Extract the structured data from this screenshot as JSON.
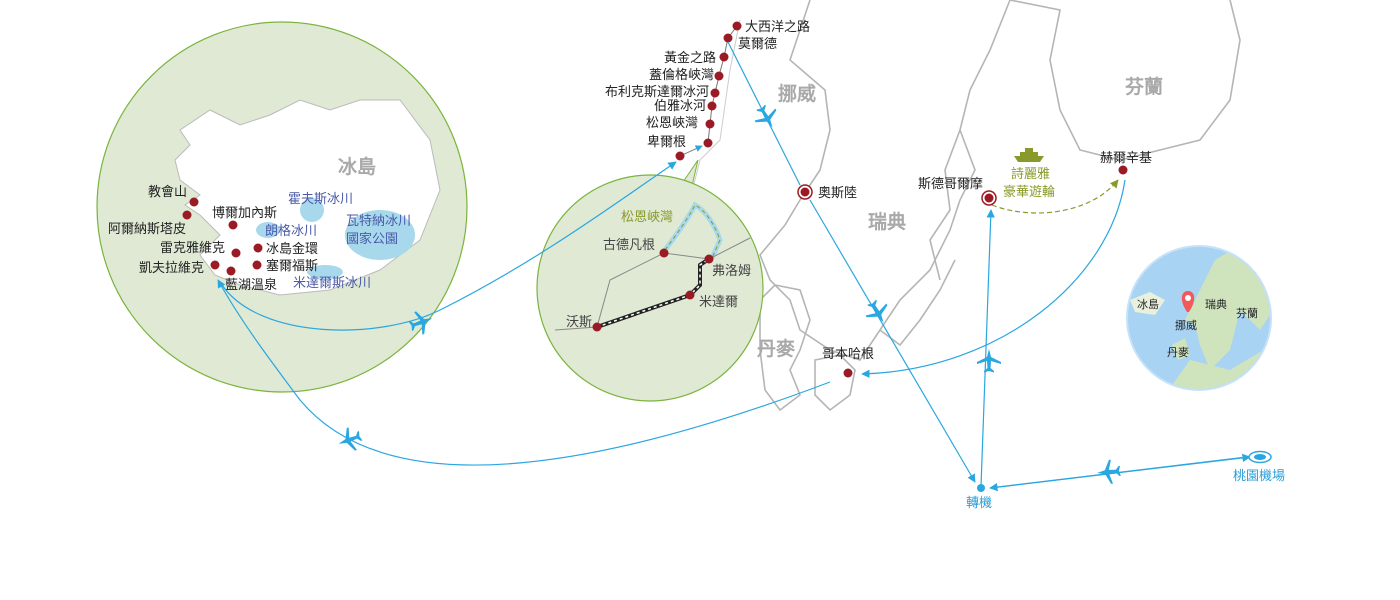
{
  "countries": {
    "iceland": "冰島",
    "norway": "挪威",
    "sweden": "瑞典",
    "finland": "芬蘭",
    "denmark": "丹麥"
  },
  "iceland_points": [
    "教會山",
    "阿爾納斯塔皮",
    "博爾加內斯",
    "雷克雅維克",
    "凱夫拉維克",
    "藍湖溫泉",
    "冰島金環",
    "塞爾福斯"
  ],
  "glaciers": {
    "hofsjokull": "霍夫斯冰川",
    "langjokull": "朗格冰川",
    "vatna1": "瓦特納冰川",
    "vatna2": "國家公園",
    "myrdals": "米達爾斯冰川"
  },
  "norway_route": [
    "大西洋之路",
    "莫爾德",
    "黃金之路",
    "蓋倫格峽灣",
    "布利克斯達爾冰河",
    "伯雅冰河",
    "松恩峽灣",
    "卑爾根"
  ],
  "inset": {
    "fjord": "松恩峽灣",
    "gudvangen": "古德凡根",
    "flam": "弗洛姆",
    "myrdal": "米達爾",
    "voss": "沃斯"
  },
  "cities": {
    "oslo": "奧斯陸",
    "stockholm": "斯德哥爾摩",
    "helsinki": "赫爾辛基",
    "copenhagen": "哥本哈根"
  },
  "cruise": {
    "line1": "詩麗雅",
    "line2": "豪華遊輪"
  },
  "transfer": "轉機",
  "airport": "桃園機場",
  "globe": {
    "iceland": "冰島",
    "norway": "挪威",
    "sweden": "瑞典",
    "finland": "芬蘭",
    "denmark": "丹麥"
  },
  "colors": {
    "route": "#2aa6e0",
    "point": "#9b1b25",
    "circle_fill": "#dfe9d4",
    "circle_stroke": "#7ab43c",
    "cruise": "#8a9a2a"
  }
}
